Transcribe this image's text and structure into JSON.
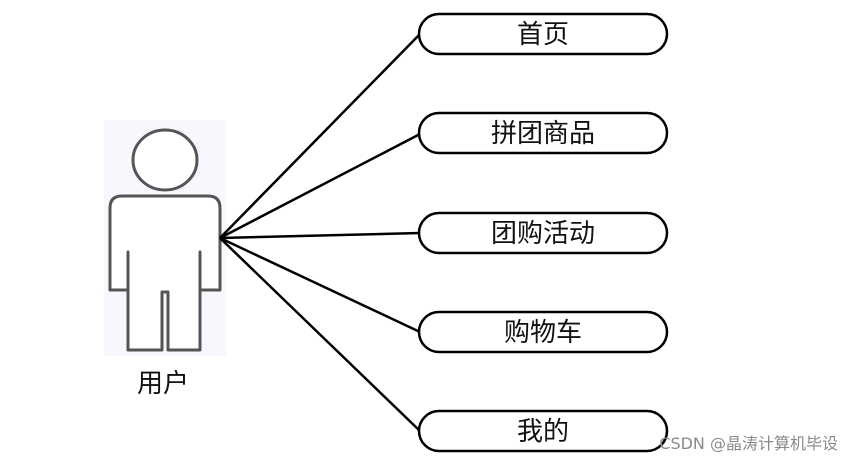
{
  "actor": {
    "label": "用户"
  },
  "use_cases": [
    {
      "label": "首页"
    },
    {
      "label": "拼团商品"
    },
    {
      "label": "团购活动"
    },
    {
      "label": "购物车"
    },
    {
      "label": "我的"
    }
  ],
  "watermark": {
    "text": "CSDN @晶涛计算机毕设"
  },
  "colors": {
    "stroke": "#000000",
    "actor_outline": "#555555",
    "actor_background": "#eef3fb"
  }
}
